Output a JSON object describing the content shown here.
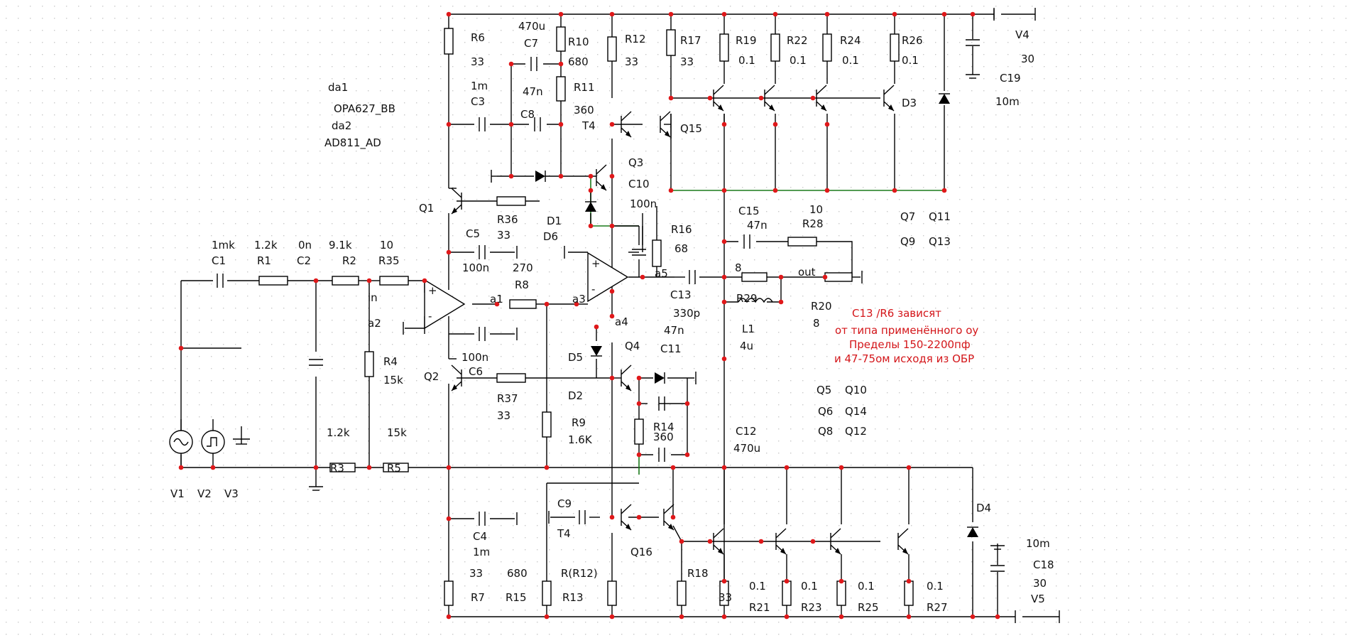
{
  "colors": {
    "wire": "#000000",
    "ground_wire": "#1a7a1a",
    "junction": "#e0181a",
    "note": "#d4161a",
    "grid": "#c9c9c9"
  },
  "models": {
    "da1": "da1",
    "da1_model": "OPA627_BB",
    "da2": "da2",
    "da2_model": "AD811_AD"
  },
  "labels": {
    "R6": "R6",
    "R6v": "33",
    "C7v": "470u",
    "C7": "C7",
    "R10": "R10",
    "R10v": "680",
    "R12": "R12",
    "R12v": "33",
    "R17": "R17",
    "R17v": "33",
    "R19": "R19",
    "R19v": "0.1",
    "R22": "R22",
    "R22v": "0.1",
    "R24": "R24",
    "R24v": "0.1",
    "R26": "R26",
    "R26v": "0.1",
    "V4": "V4",
    "V4v": "30",
    "C19": "C19",
    "C19v": "10m",
    "D3": "D3",
    "C3v": "1m",
    "C3": "C3",
    "C8v": "47n",
    "C8": "C8",
    "R11": "R11",
    "R11v": "360",
    "T4a": "T4",
    "Q15": "Q15",
    "Q3": "Q3",
    "C10": "C10",
    "C10v": "100n",
    "Q1": "Q1",
    "R36": "R36",
    "R36v": "33",
    "D1": "D1",
    "D6": "D6",
    "C15": "C15",
    "C15v": "47n",
    "R28v": "10",
    "R28": "R28",
    "Q7": "Q7",
    "Q11": "Q11",
    "Q9": "Q9",
    "Q13": "Q13",
    "C1v": "1mk",
    "C1": "C1",
    "R1v": "1.2k",
    "R1": "R1",
    "C2v": "0n",
    "C2": "C2",
    "R2v": "9.1k",
    "R2": "R2",
    "R35v": "10",
    "R35": "R35",
    "C5": "C5",
    "C5v": "100n",
    "C5x": "270",
    "R16": "R16",
    "R16v": "68",
    "in": "in",
    "a2": "a2",
    "a1": "a1",
    "R8": "R8",
    "a3": "a3",
    "a5": "a5",
    "C13": "C13",
    "C13v": "330p",
    "R29v": "8",
    "R29": "R29",
    "out": "out",
    "L1": "L1",
    "L1v": "4u",
    "R20": "R20",
    "R20v": "8",
    "C11v": "47n",
    "C11": "C11",
    "a4": "a4",
    "R4": "R4",
    "R4v": "15k",
    "C6v": "100n",
    "C6": "C6",
    "D5": "D5",
    "Q4": "Q4",
    "Q2": "Q2",
    "R37": "R37",
    "R37v": "33",
    "D2": "D2",
    "R14": "R14",
    "R14v": "360",
    "R9": "R9",
    "R9v": "1.6K",
    "C12": "C12",
    "C12v": "470u",
    "Q5": "Q5",
    "Q10": "Q10",
    "Q6": "Q6",
    "Q14": "Q14",
    "Q8": "Q8",
    "Q12": "Q12",
    "R3v": "1.2k",
    "R3": "R3",
    "R5v": "15k",
    "R5": "R5",
    "V1": "V1",
    "V2": "V2",
    "V3": "V3",
    "C9": "C9",
    "T4b": "T4",
    "C4": "C4",
    "C4v": "1m",
    "Q16": "Q16",
    "D4": "D4",
    "C18v": "10m",
    "C18": "C18",
    "V5v": "30",
    "V5": "V5",
    "R7v": "33",
    "R15v": "680",
    "R13v": "R(R12)",
    "R18": "R18",
    "R18v": "33",
    "R21v": "0.1",
    "R23v": "0.1",
    "R25v": "0.1",
    "R27v": "0.1",
    "R7": "R7",
    "R15": "R15",
    "R13": "R13",
    "R21": "R21",
    "R23": "R23",
    "R25": "R25",
    "R27": "R27"
  },
  "note": {
    "line1": "C13 /R6 зависят",
    "line2": "от типа  применённого оу",
    "line3": "Пределы 150-2200пф",
    "line4": "и 47-75ом исходя из ОБР"
  }
}
